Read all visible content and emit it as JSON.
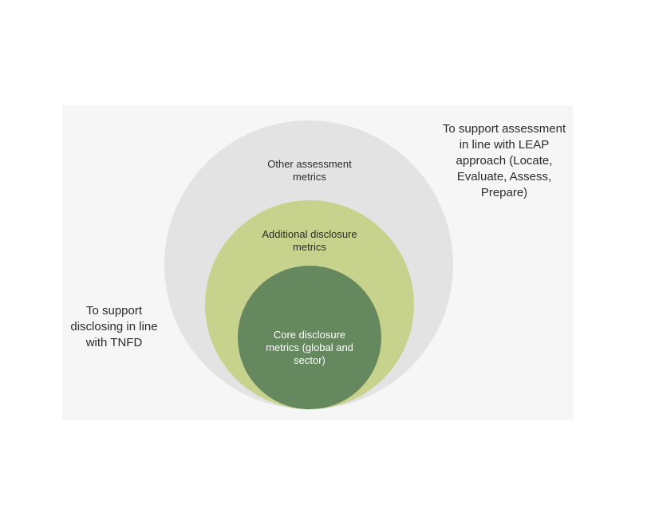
{
  "colors": {
    "panel": "#f6f6f6",
    "outer_circle": "#e3e3e3",
    "middle_circle": "#c7d38c",
    "inner_circle": "#65885f",
    "inner_text": "#ffffff",
    "text": "#2b2b2b"
  },
  "rings": {
    "outer": "Other assessment metrics",
    "middle": "Additional disclosure metrics",
    "inner": "Core disclosure metrics (global and sector)"
  },
  "notes": {
    "right": "To support assessment in line with LEAP approach (Locate, Evaluate, Assess, Prepare)",
    "left": "To support disclosing in line with TNFD"
  }
}
